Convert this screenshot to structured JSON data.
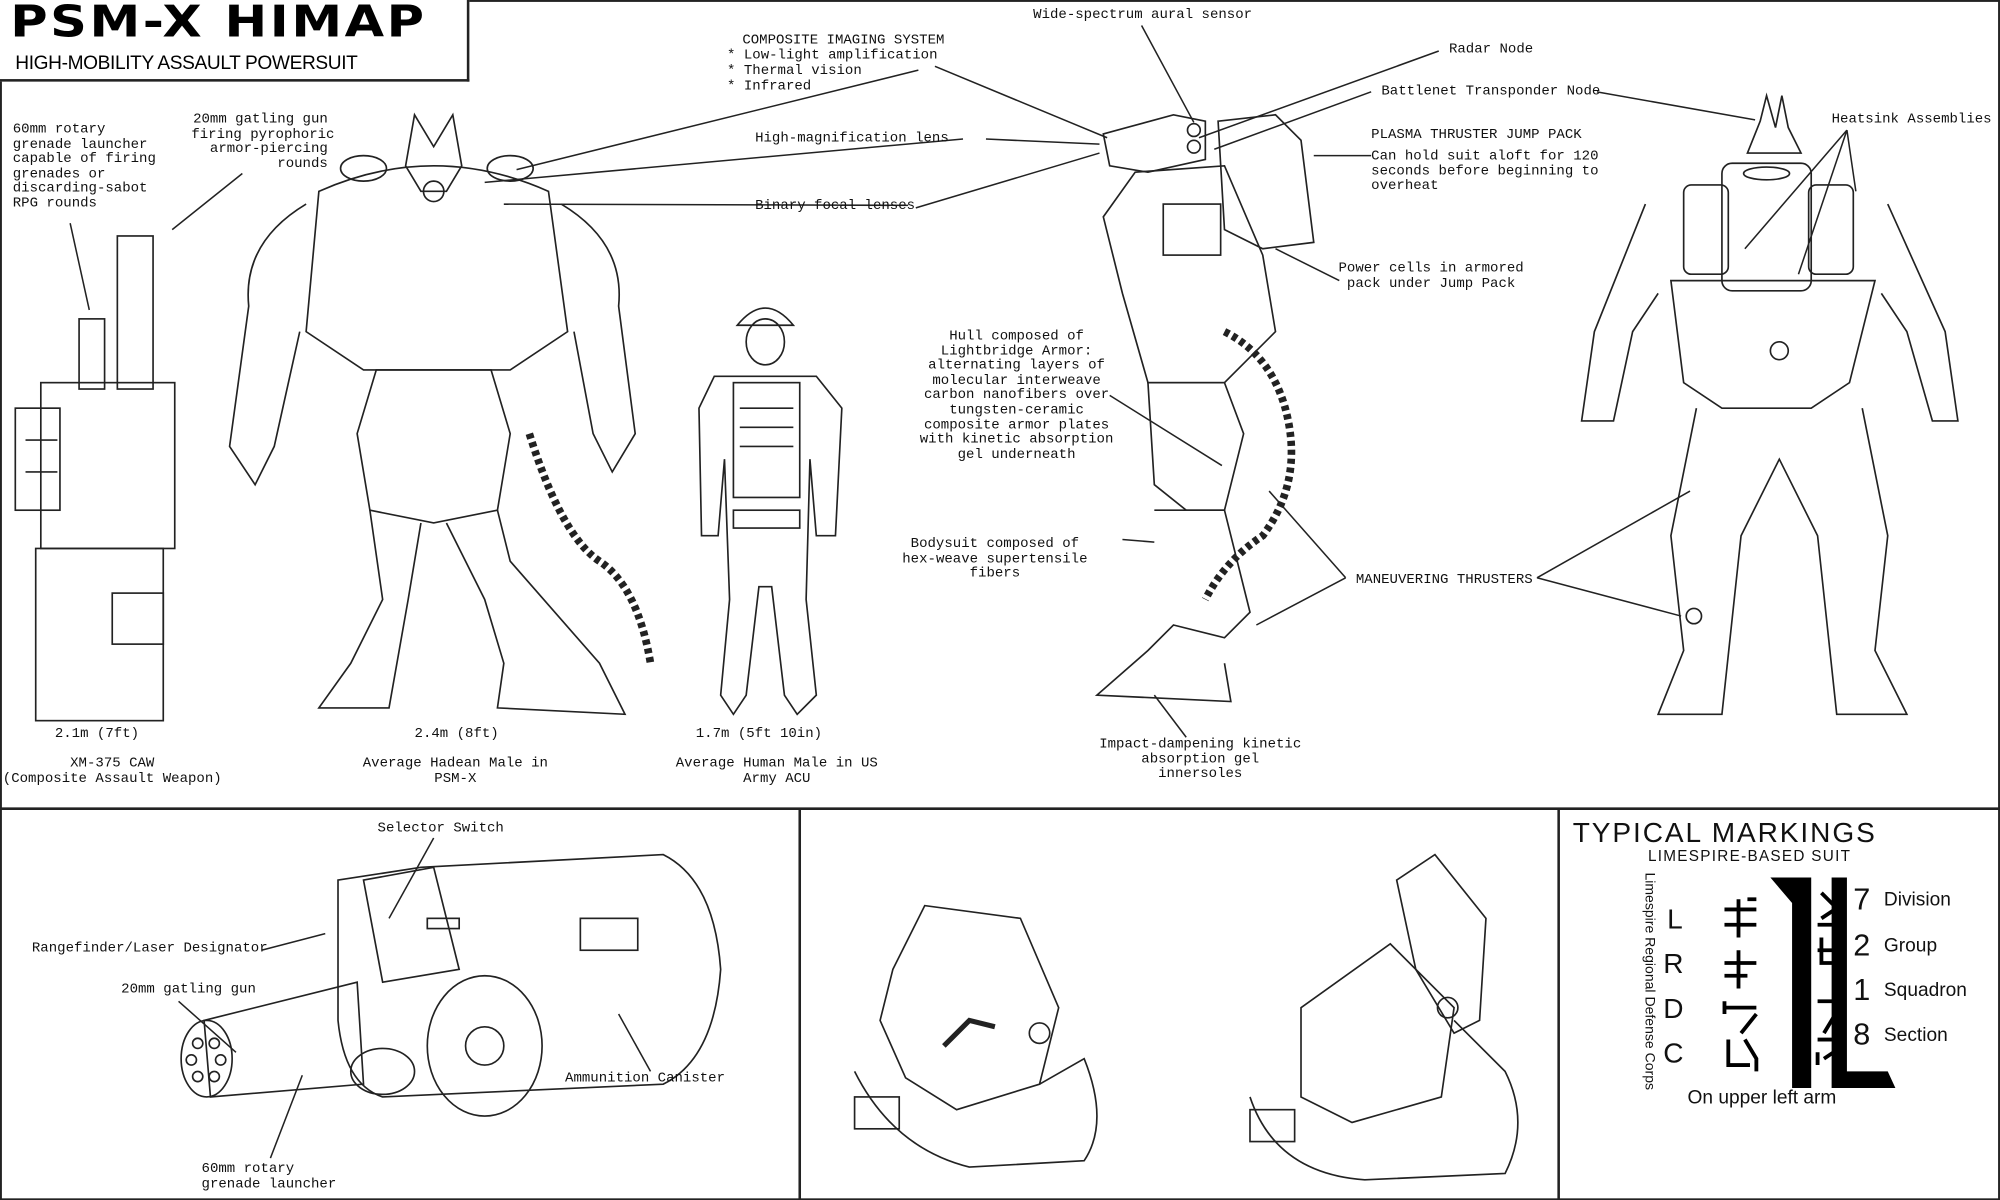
{
  "header": {
    "title": "PSM-X HIMAP",
    "subtitle": "HIGH-MOBILITY ASSAULT POWERSUIT"
  },
  "callouts": {
    "imaging": {
      "heading": "COMPOSITE IMAGING SYSTEM",
      "items": [
        "* Low-light amplification",
        "* Thermal vision",
        "* Infrared"
      ]
    },
    "aural": "Wide-spectrum aural sensor",
    "radar": "Radar Node",
    "battlenet": "Battlenet Transponder Node",
    "heatsink": "Heatsink Assemblies",
    "jump_pack": {
      "heading": "PLASMA THRUSTER JUMP PACK",
      "text": "Can hold suit aloft for 120\nseconds before beginning to\noverheat"
    },
    "power_cells": "Power cells in armored\npack under Jump Pack",
    "grenade_launcher": "60mm rotary\ngrenade launcher\ncapable of firing\ngrenades or\ndiscarding-sabot\nRPG rounds",
    "gatling": "20mm gatling gun\nfiring pyrophoric\narmor-piercing\nrounds",
    "hi_mag_lens": "High-magnification lens",
    "binary_lenses": "Binary focal lenses",
    "hull": "Hull composed of\nLightbridge Armor:\nalternating layers of\nmolecular interweave\ncarbon nanofibers over\ntungsten-ceramic\ncomposite armor plates\nwith kinetic absorption\ngel underneath",
    "bodysuit": "Bodysuit composed of\nhex-weave supertensile\nfibers",
    "thrusters": "MANEUVERING THRUSTERS",
    "innersoles": "Impact-dampening kinetic\nabsorption gel\ninnersoles"
  },
  "figures": [
    {
      "height": "2.1m (7ft)",
      "caption": "XM-375 CAW\n(Composite Assault Weapon)"
    },
    {
      "height": "2.4m (8ft)",
      "caption": "Average Hadean Male in\nPSM-X"
    },
    {
      "height": "1.7m (5ft 10in)",
      "caption": "Average Human Male in US\nArmy ACU"
    }
  ],
  "weapon_detail": {
    "selector": "Selector Switch",
    "rangefinder": "Rangefinder/Laser Designator",
    "gatling": "20mm gatling gun",
    "ammo": "Ammunition Canister",
    "launcher": "60mm rotary\ngrenade launcher"
  },
  "markings": {
    "title": "TYPICAL MARKINGS",
    "subtitle": "LIMESPIRE-BASED SUIT",
    "vertical": "Limespire Regional Defense Corps",
    "letters": [
      "L",
      "R",
      "D",
      "C"
    ],
    "units": [
      {
        "num": "7",
        "label": "Division"
      },
      {
        "num": "2",
        "label": "Group"
      },
      {
        "num": "1",
        "label": "Squadron"
      },
      {
        "num": "8",
        "label": "Section"
      }
    ],
    "footer": "On upper left arm"
  }
}
